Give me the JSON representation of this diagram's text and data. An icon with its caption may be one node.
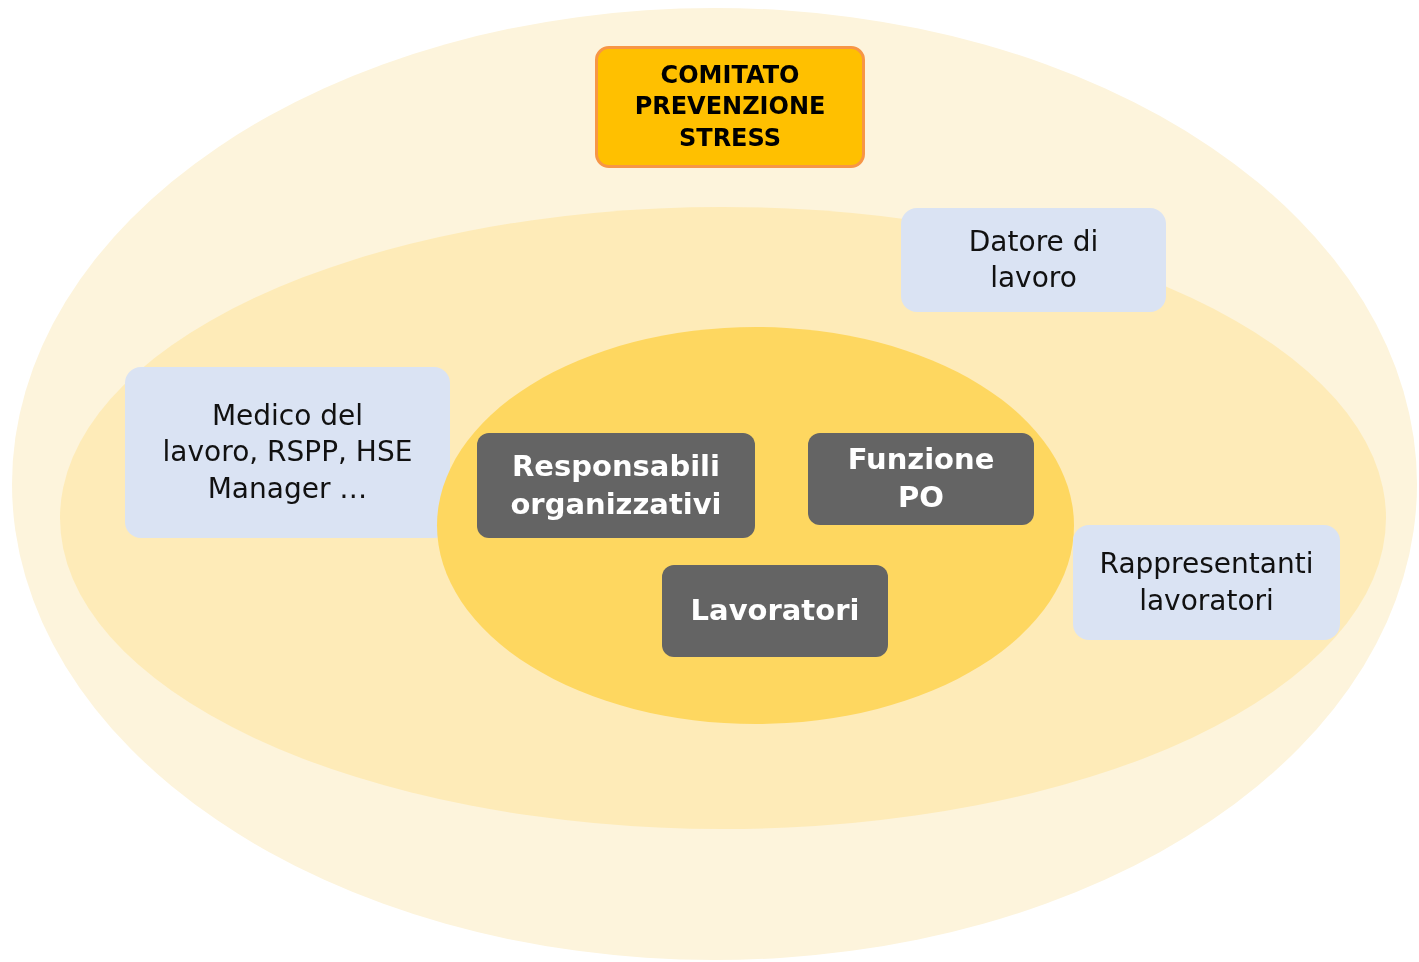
{
  "diagram": {
    "nodes": [
      {
        "text": [],
        "shape": "ellipse"
      },
      {
        "text": [
          "COMITATO PREVENZIONE STRESS"
        ],
        "in": 0
      },
      {
        "text": [],
        "shape": "ellipse",
        "in": 0
      },
      {
        "text": [
          "Datore di lavoro"
        ],
        "in": 2
      },
      {
        "text": [
          "Medico del lavoro, RSPP, HSE Manager …"
        ],
        "in": 2
      },
      {
        "text": [],
        "shape": "ellipse",
        "in": 2
      },
      {
        "text": [
          "Responsabili organizzativi"
        ],
        "in": 5
      },
      {
        "text": [
          "Funzione PO"
        ],
        "in": 5
      },
      {
        "text": [
          "Lavoratori"
        ],
        "in": 5
      },
      {
        "text": [
          "Rappresentanti lavoratori"
        ],
        "in": 2
      }
    ]
  }
}
